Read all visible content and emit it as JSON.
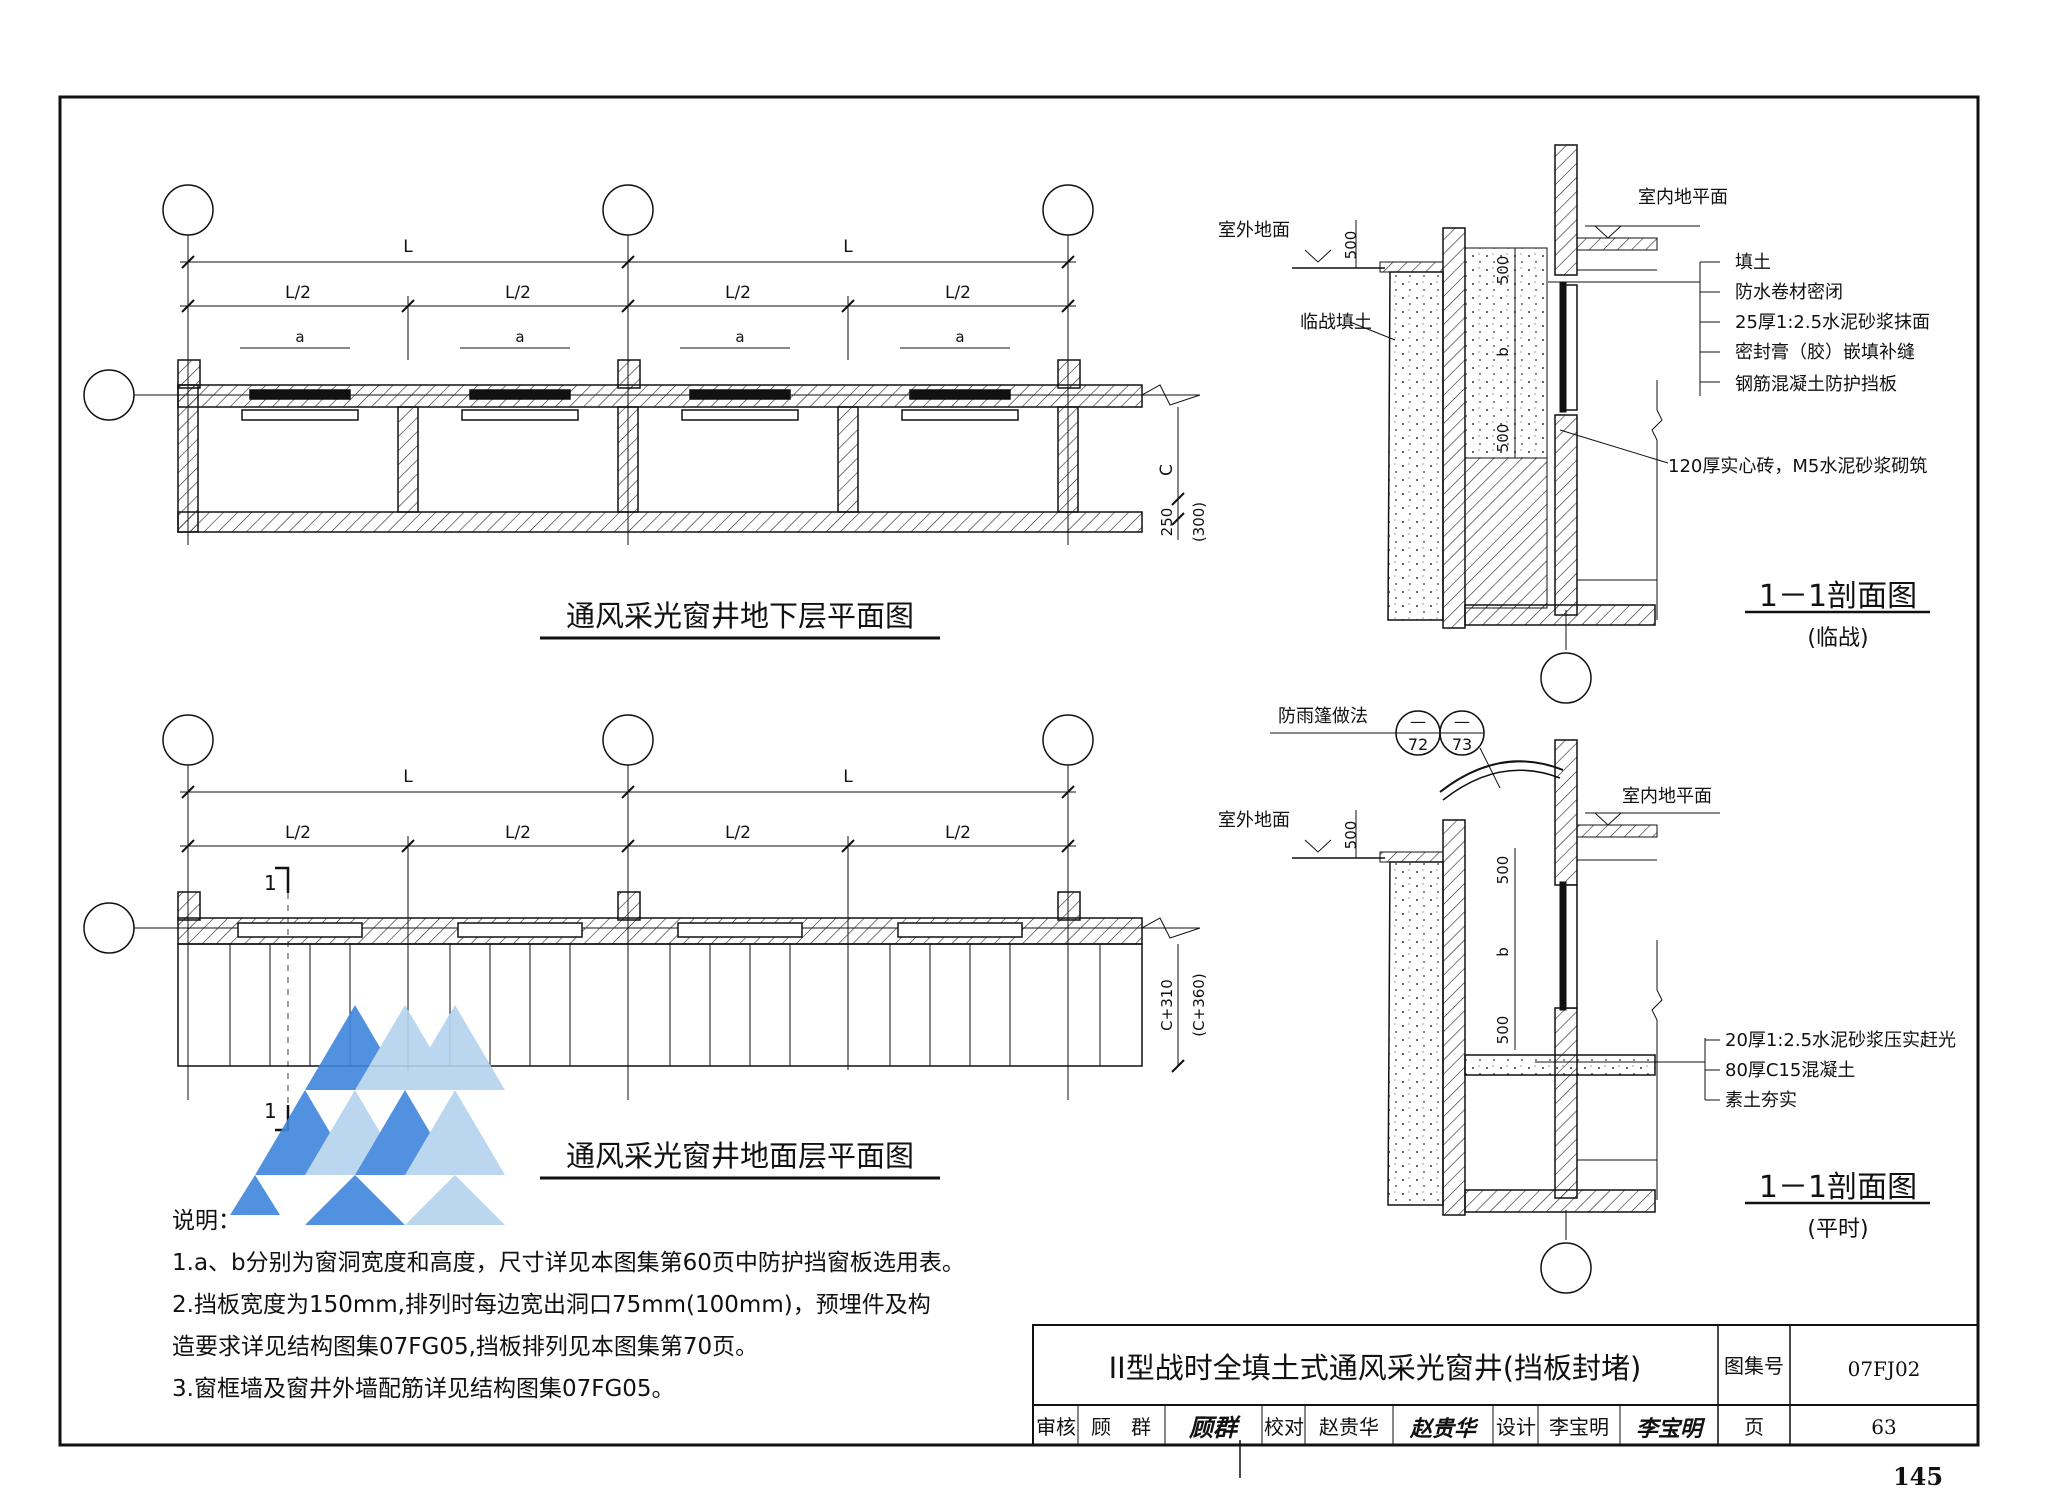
{
  "plans": {
    "basement_title": "通风采光窗井地下层平面图",
    "ground_title": "通风采光窗井地面层平面图",
    "dim_L": "L",
    "dim_half": "L/2",
    "dim_a": "a",
    "dim_C": "C",
    "dim_250": "250",
    "dim_300": "(300)",
    "dim_C310": "C+310",
    "dim_C360": "(C+360)",
    "cut_mark": "1"
  },
  "section_war": {
    "outdoor": "室外地面",
    "indoor": "室内地平面",
    "fill_label": "临战填土",
    "dim_500": "500",
    "dim_b": "b",
    "legend": [
      "填土",
      "防水卷材密闭",
      "25厚1:2.5水泥砂浆抹面",
      "密封膏（胶）嵌填补缝",
      "钢筋混凝土防护挡板"
    ],
    "brick": "120厚实心砖，M5水泥砂浆砌筑",
    "title": "1－1剖面图",
    "subtitle": "(临战)"
  },
  "section_peace": {
    "canopy": "防雨篷做法",
    "ref1_top": "—",
    "ref1_bottom": "72",
    "ref2_top": "—",
    "ref2_bottom": "73",
    "outdoor": "室外地面",
    "indoor": "室内地平面",
    "dim_500": "500",
    "dim_b": "b",
    "layers": [
      "20厚1:2.5水泥砂浆压实赶光",
      "80厚C15混凝土",
      "素土夯实"
    ],
    "title": "1－1剖面图",
    "subtitle": "(平时)"
  },
  "notes": {
    "heading": "说明：",
    "items": [
      "1.a、b分别为窗洞宽度和高度，尺寸详见本图集第60页中防护挡窗板选用表。",
      "2.挡板宽度为150mm,排列时每边宽出洞口75mm(100mm)，预埋件及构",
      "造要求详见结构图集07FG05,挡板排列见本图集第70页。",
      "3.窗框墙及窗井外墙配筋详见结构图集07FG05。"
    ]
  },
  "title_block": {
    "title": "II型战时全填土式通风采光窗井(挡板封堵)",
    "atlas_label": "图集号",
    "atlas_no": "07FJ02",
    "review_label": "审核",
    "reviewer": "顾　群",
    "reviewer_sig": "顾群",
    "check_label": "校对",
    "checker": "赵贵华",
    "checker_sig": "赵贵华",
    "design_label": "设计",
    "designer": "李宝明",
    "designer_sig": "李宝明",
    "page_label": "页",
    "page_no": "63"
  },
  "page_number": "145",
  "colors": {
    "line": "#111111",
    "watermark_dark": "#3f86dc",
    "watermark_light": "#b4d3ee"
  }
}
